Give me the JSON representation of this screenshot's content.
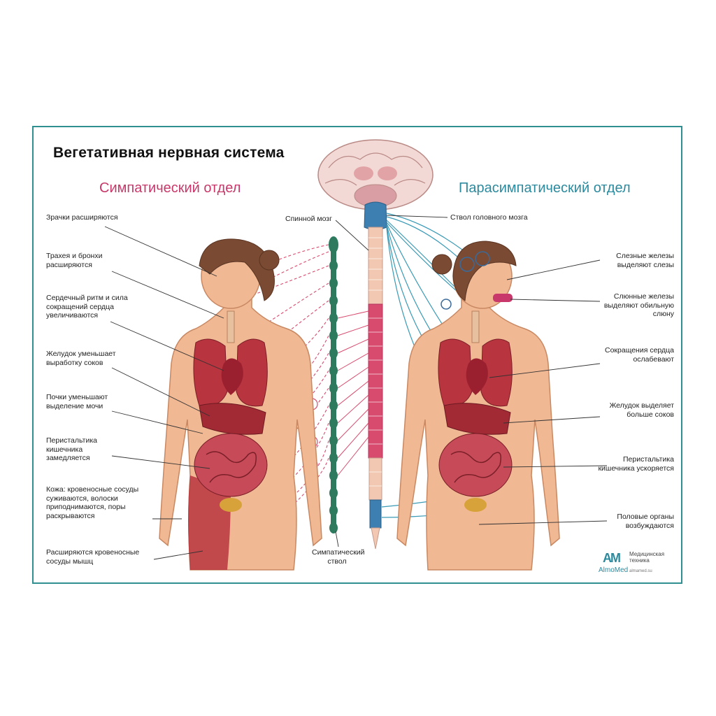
{
  "title": "Вегетативная нервная система",
  "sections": {
    "sympathetic": "Симпатический отдел",
    "parasympathetic": "Парасимпатический отдел"
  },
  "center_labels": {
    "spinal_cord": "Спинной мозг",
    "brainstem": "Ствол головного мозга",
    "sympathetic_trunk": "Симпатический\nствол"
  },
  "sympathetic_effects": [
    "Зрачки расширяются",
    "Трахея и бронхи\nрасширяются",
    "Сердечный ритм и сила\nсокращений сердца\nувеличиваются",
    "Желудок уменьшает\nвыработку соков",
    "Почки уменьшают\nвыделение мочи",
    "Перистальтика\nкишечника\nзамедляется",
    "Кожа: кровеносные сосуды\nсуживаются, волоски\nприподнимаются, поры\nраскрываются",
    "Расширяются  кровеносные\nсосуды мышц"
  ],
  "parasympathetic_effects": [
    "Слезные железы\nвыделяют слезы",
    "Слюнные железы\nвыделяют обильную\nслюну",
    "Сокращения сердца\nослабевают",
    "Желудок выделяет\nбольше соков",
    "Перистальтика\nкишечника ускоряется",
    "Половые органы\nвозбуждаются"
  ],
  "logo": {
    "mark": "AM",
    "name": "AlmoMed",
    "subtitle": "Медицинская\nтехника",
    "web": "almamed.su"
  },
  "colors": {
    "frame": "#2f8f91",
    "sympathetic": "#c8386a",
    "parasympathetic": "#2c8a9e",
    "skin": "#f1b894",
    "organ": "#b8343e",
    "trunk": "#2d7a5e",
    "cord_upper": "#f3c8b2",
    "cord_mid": "#d84a6e",
    "brainstem": "#3d7fb0"
  }
}
